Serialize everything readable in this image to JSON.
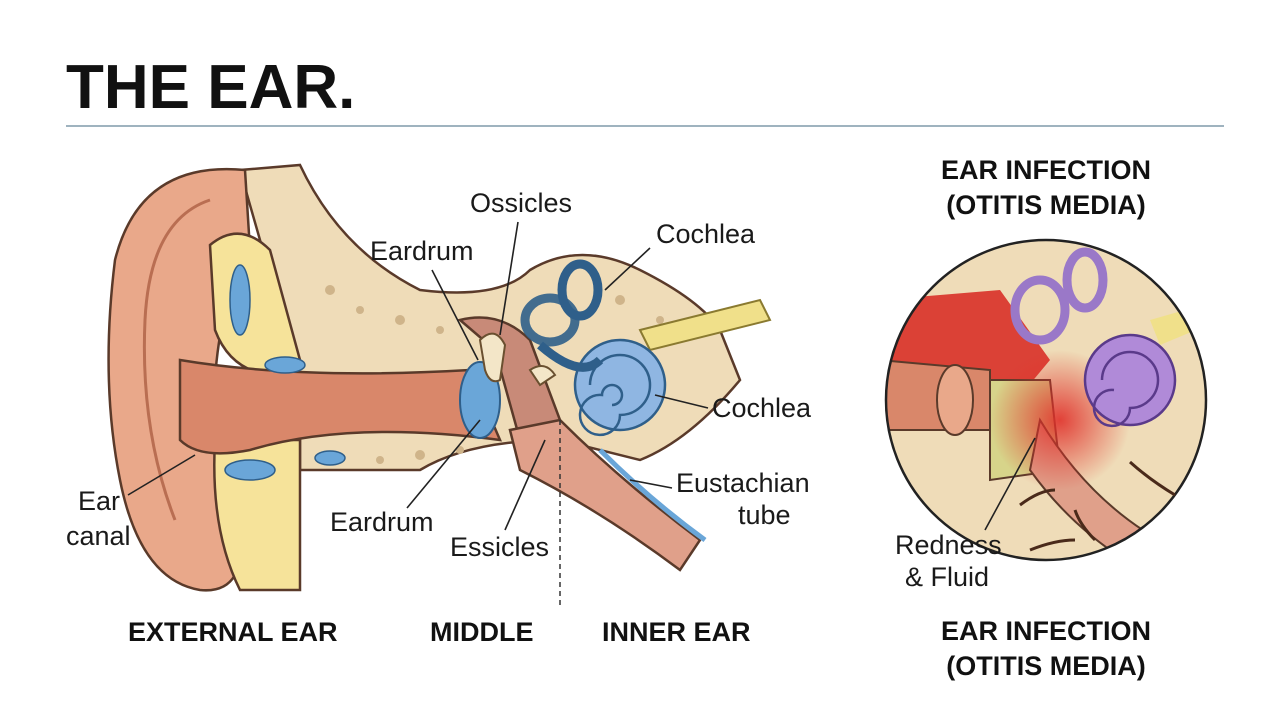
{
  "title": "THE EAR.",
  "colors": {
    "skin": "#e9a88a",
    "canal": "#d9876a",
    "bone": "#efdcb8",
    "cartilage": "#f6e39a",
    "fluid_blue": "#6aa6d8",
    "cochlea_blue": "#8fb6e2",
    "infection_red": "#e0302a",
    "cochlea_purple": "#b08ad8",
    "rule": "#9fb3bf"
  },
  "labels": {
    "ossicles": "Ossicles",
    "eardrum_top": "Eardrum",
    "cochlea_top": "Cochlea",
    "cochlea_mid": "Cochlea",
    "eustachian_1": "Eustachian",
    "eustachian_2": "tube",
    "ear_canal_1": "Ear",
    "ear_canal_2": "canal",
    "eardrum_bottom": "Eardrum",
    "essicles": "Essicles",
    "redness_1": "Redness",
    "redness_2": "& Fluid"
  },
  "sections": {
    "external": "EXTERNAL EAR",
    "middle": "MIDDLE",
    "inner": "INNER EAR"
  },
  "infection": {
    "top_1": "EAR INFECTION",
    "top_2": "(OTITIS MEDIA)",
    "bottom_1": "EAR INFECTION",
    "bottom_2": "(OTITIS MEDIA)"
  }
}
